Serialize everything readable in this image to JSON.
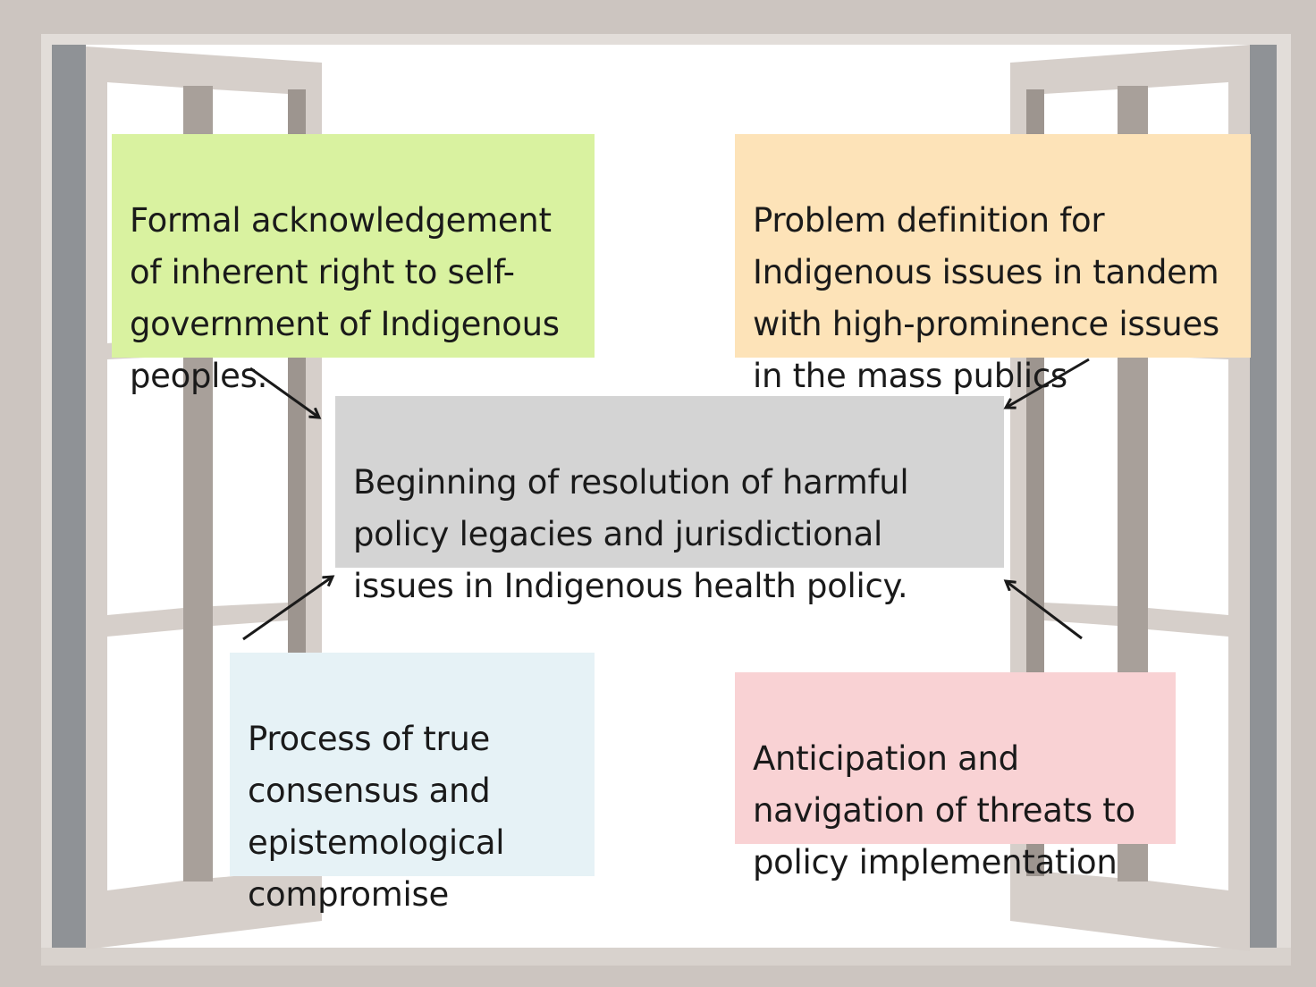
{
  "diagram": {
    "center": {
      "text": "Beginning of resolution of harmful\npolicy legacies and jurisdictional\nissues in Indigenous health policy.",
      "color": "#d4d4d4"
    },
    "factors": {
      "top_left": {
        "text": "Formal acknowledgement\nof inherent right to self-\ngovernment of Indigenous\npeoples.",
        "color": "#d9f2a0"
      },
      "top_right": {
        "text": "Problem definition for\nIndigenous issues in tandem\nwith high-prominence issues\nin the mass publics",
        "color": "#fde3b8"
      },
      "bottom_left": {
        "text": "Process of true\nconsensus and\nepistemological\ncompromise",
        "color": "#e6f2f6"
      },
      "bottom_right": {
        "text": "Anticipation and\nnavigation of threats to\npolicy implementation",
        "color": "#f9d2d4"
      }
    }
  },
  "colors": {
    "frame_outer": "#c9c2bd",
    "frame_shadow": "#8f9296",
    "mullion": "#a8a09a",
    "pane": "#ffffff",
    "arrow": "#1a1a1a"
  }
}
